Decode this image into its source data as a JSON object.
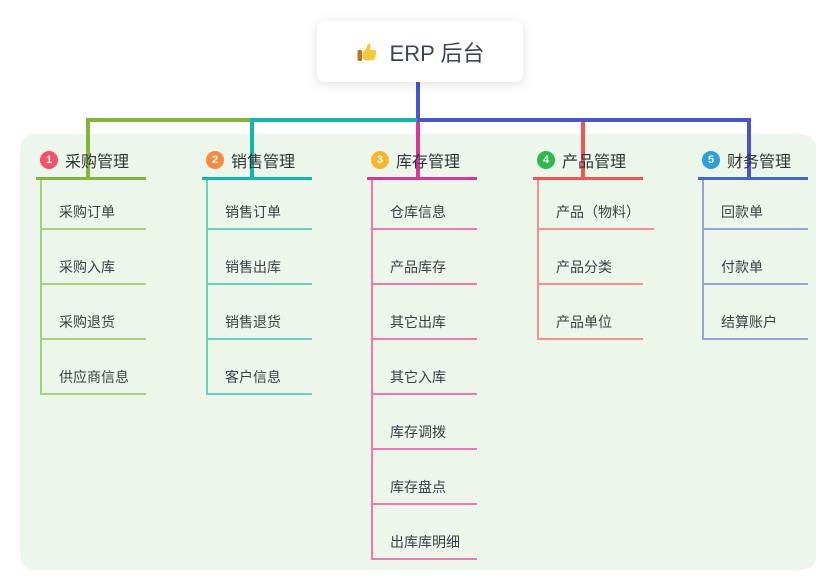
{
  "root": {
    "title": "ERP 后台",
    "icon": "thumbs-up"
  },
  "colors": {
    "canvas_bg": "#ffffff",
    "panel_bg": "#ecf6eb",
    "connector_blue": "#4a55cd",
    "title_text": "#3e4457",
    "node_text": "#3a3f47"
  },
  "branches": [
    {
      "num": "1",
      "label": "采购管理",
      "badge_color": "#f3506a",
      "line_color": "#82b53e",
      "child_line_color": "#a9d27f",
      "children": [
        "采购订单",
        "采购入库",
        "采购退货",
        "供应商信息"
      ]
    },
    {
      "num": "2",
      "label": "销售管理",
      "badge_color": "#f78a3e",
      "line_color": "#10b7aa",
      "child_line_color": "#6bcfc4",
      "children": [
        "销售订单",
        "销售出库",
        "销售退货",
        "客户信息"
      ]
    },
    {
      "num": "3",
      "label": "库存管理",
      "badge_color": "#f6b52e",
      "line_color": "#d43a9e",
      "child_line_color": "#ee78b6",
      "children": [
        "仓库信息",
        "产品库存",
        "其它出库",
        "其它入库",
        "库存调拨",
        "库存盘点",
        "出库库明细"
      ]
    },
    {
      "num": "4",
      "label": "产品管理",
      "badge_color": "#2eb94e",
      "line_color": "#f25353",
      "child_line_color": "#f79089",
      "children": [
        "产品（物料）",
        "产品分类",
        "产品单位"
      ]
    },
    {
      "num": "5",
      "label": "财务管理",
      "badge_color": "#2ba0da",
      "line_color": "#4466c8",
      "child_line_color": "#8fa6db",
      "children": [
        "回款单",
        "付款单",
        "结算账户"
      ]
    }
  ]
}
